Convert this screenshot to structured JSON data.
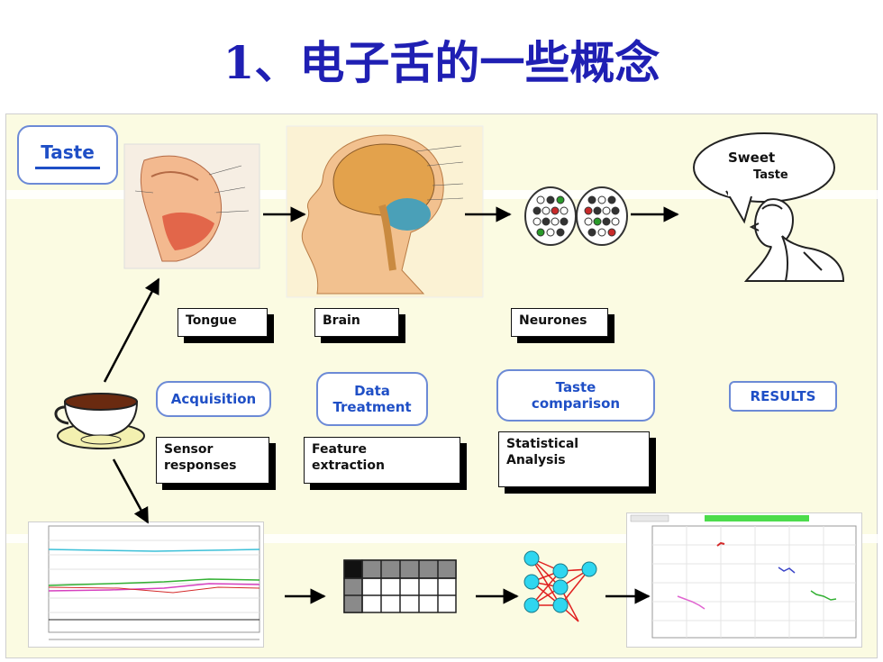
{
  "title": "1、电子舌的一些概念",
  "diagram": {
    "taste_label": "Taste",
    "organs": {
      "tongue": "Tongue",
      "brain": "Brain",
      "neurones": "Neurones"
    },
    "speech": {
      "line1": "Sweet",
      "line2": "Taste"
    },
    "stages": {
      "acquisition": "Acquisition",
      "data_treatment_1": "Data",
      "data_treatment_2": "Treatment",
      "taste_comparison_1": "Taste",
      "taste_comparison_2": "comparison",
      "results": "RESULTS"
    },
    "steps": {
      "sensor_1": "Sensor",
      "sensor_2": "responses",
      "feature_1": "Feature",
      "feature_2": "extraction",
      "statistical_1": "Statistical",
      "statistical_2": "Analysis"
    },
    "colors": {
      "title": "#1f1fb3",
      "label_blue": "#1f4fc6",
      "background": "#fbfbe2",
      "node_cyan": "#2fd6f0",
      "edge_red": "#e02020"
    }
  }
}
